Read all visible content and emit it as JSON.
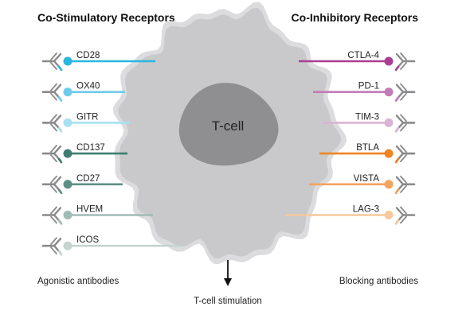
{
  "titles": {
    "left": "Co-Stimulatory Receptors",
    "right": "Co-Inhibitory Receptors"
  },
  "cell": {
    "label": "T-cell"
  },
  "captions": {
    "left": "Agonistic antibodies",
    "right": "Blocking antibodies",
    "bottom": "T-cell stimulation"
  },
  "stimulatory": [
    {
      "name": "CD28",
      "color": "#29b6e0"
    },
    {
      "name": "OX40",
      "color": "#6fcbec"
    },
    {
      "name": "GITR",
      "color": "#a7e0f3"
    },
    {
      "name": "CD137",
      "color": "#3f7d72"
    },
    {
      "name": "CD27",
      "color": "#5c8f86"
    },
    {
      "name": "HVEM",
      "color": "#9fbcb5"
    },
    {
      "name": "ICOS",
      "color": "#c4d4cf"
    }
  ],
  "inhibitory": [
    {
      "name": "CTLA-4",
      "color": "#a93f93"
    },
    {
      "name": "PD-1",
      "color": "#c27db6"
    },
    {
      "name": "TIM-3",
      "color": "#dbb3d4"
    },
    {
      "name": "BTLA",
      "color": "#ef8424"
    },
    {
      "name": "VISTA",
      "color": "#f4a25c"
    },
    {
      "name": "LAG-3",
      "color": "#f8c99c"
    }
  ],
  "colors": {
    "cell_body": "#c9c9cb",
    "cell_outline": "#dcdcde",
    "nucleus": "#8f8f92",
    "antibody": "#8a8a8c",
    "arrow": "#111111"
  },
  "icons": {
    "antibody": "antibody-icon",
    "arrow": "arrow-down-icon"
  }
}
